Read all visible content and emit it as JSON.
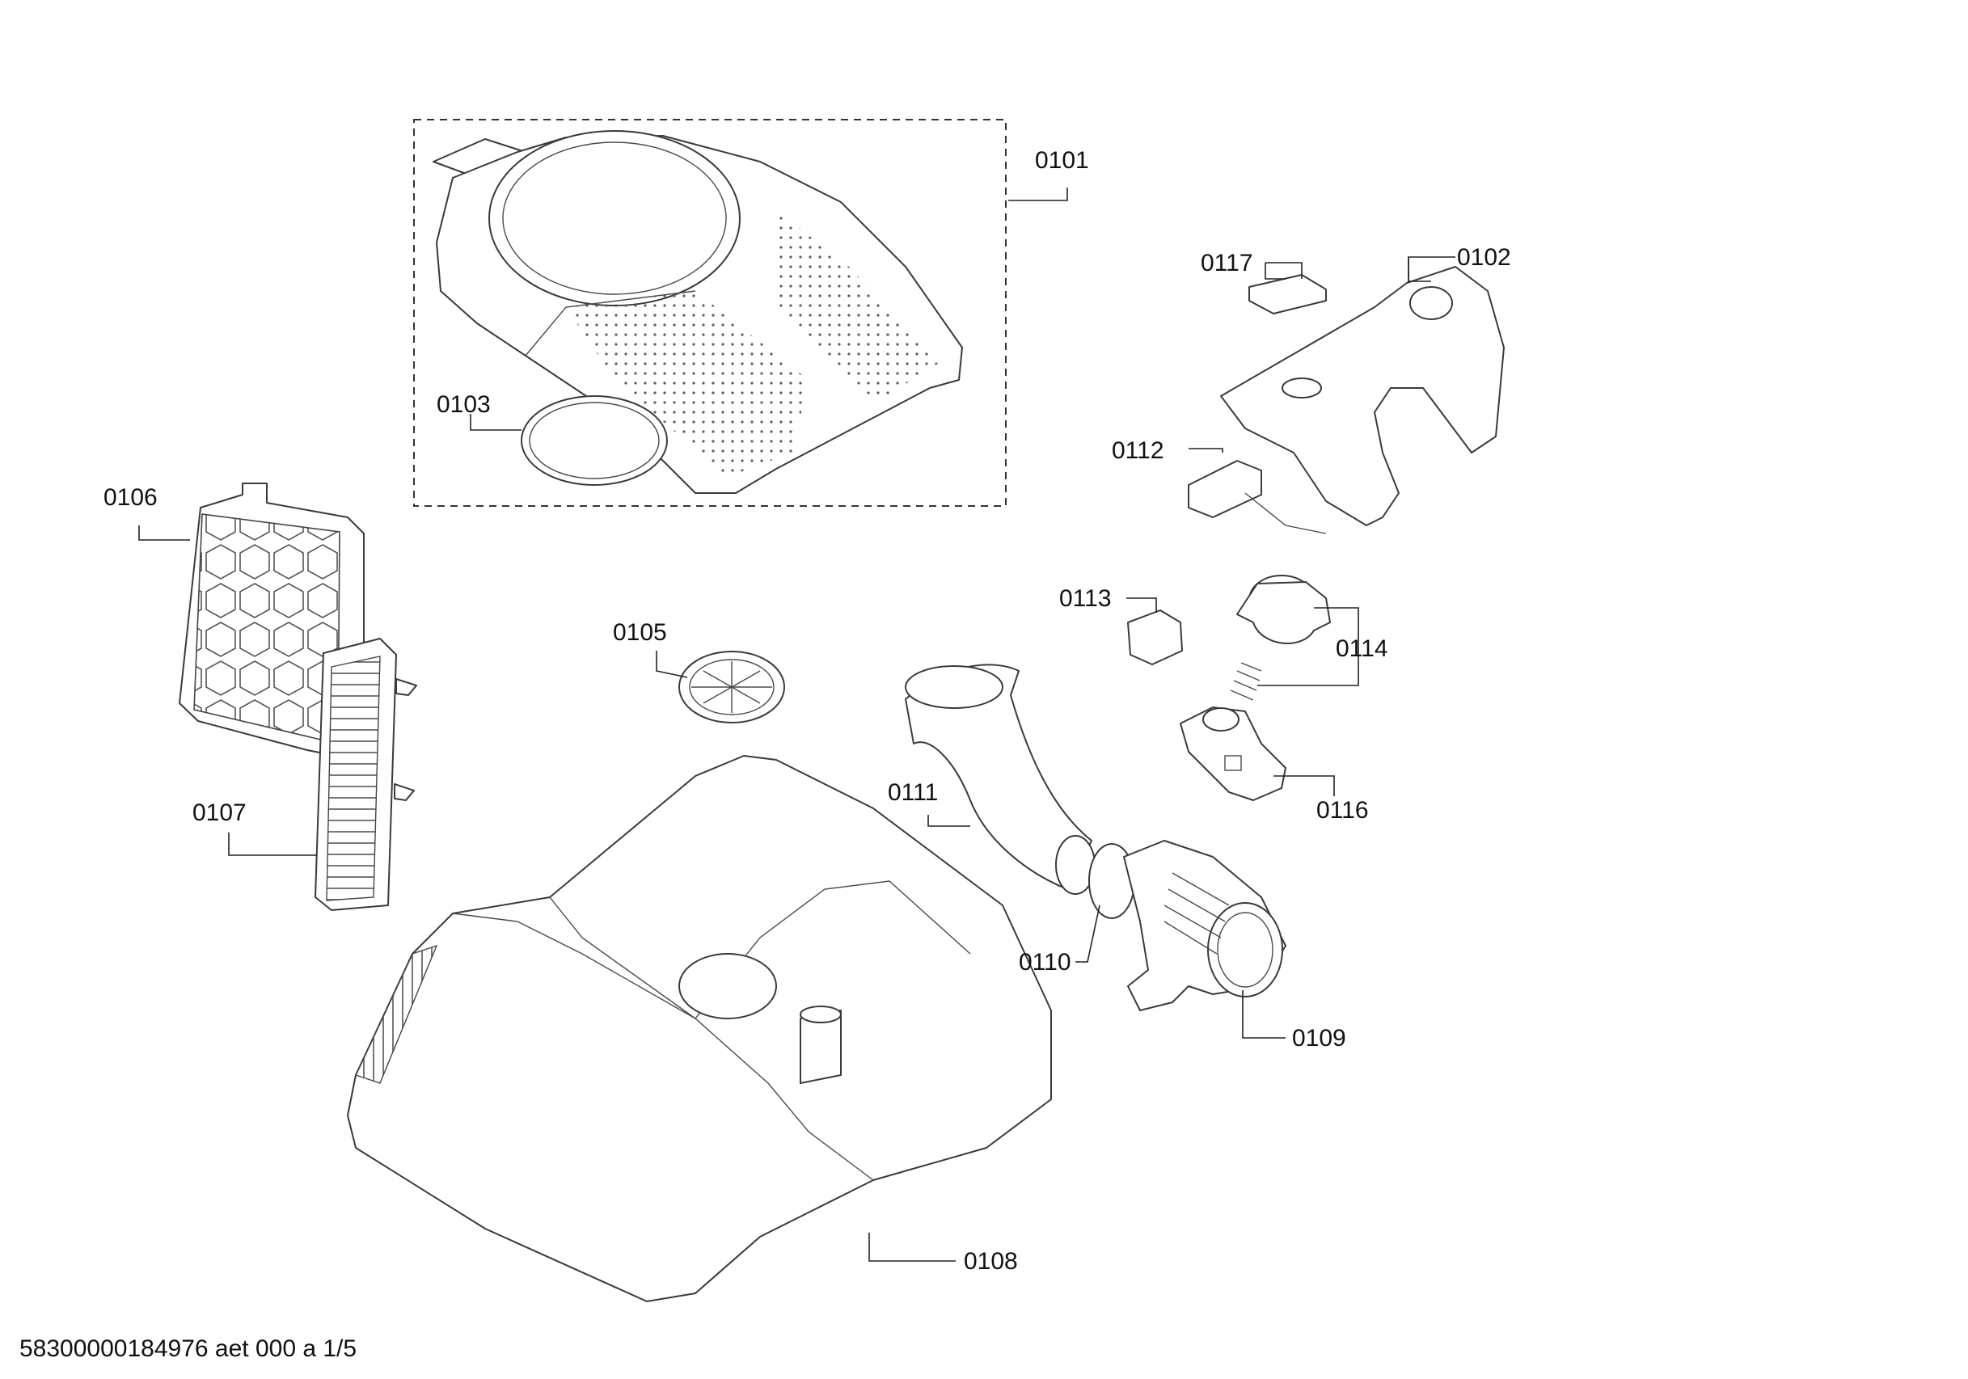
{
  "labels": {
    "p0101": "0101",
    "p0102": "0102",
    "p0103": "0103",
    "p0105": "0105",
    "p0106": "0106",
    "p0107": "0107",
    "p0108": "0108",
    "p0109": "0109",
    "p0110": "0110",
    "p0111": "0111",
    "p0112": "0112",
    "p0113": "0113",
    "p0114": "0114",
    "p0116": "0116",
    "p0117": "0117"
  },
  "footer": {
    "text": "58300000184976 aet 000 a 1/5"
  }
}
